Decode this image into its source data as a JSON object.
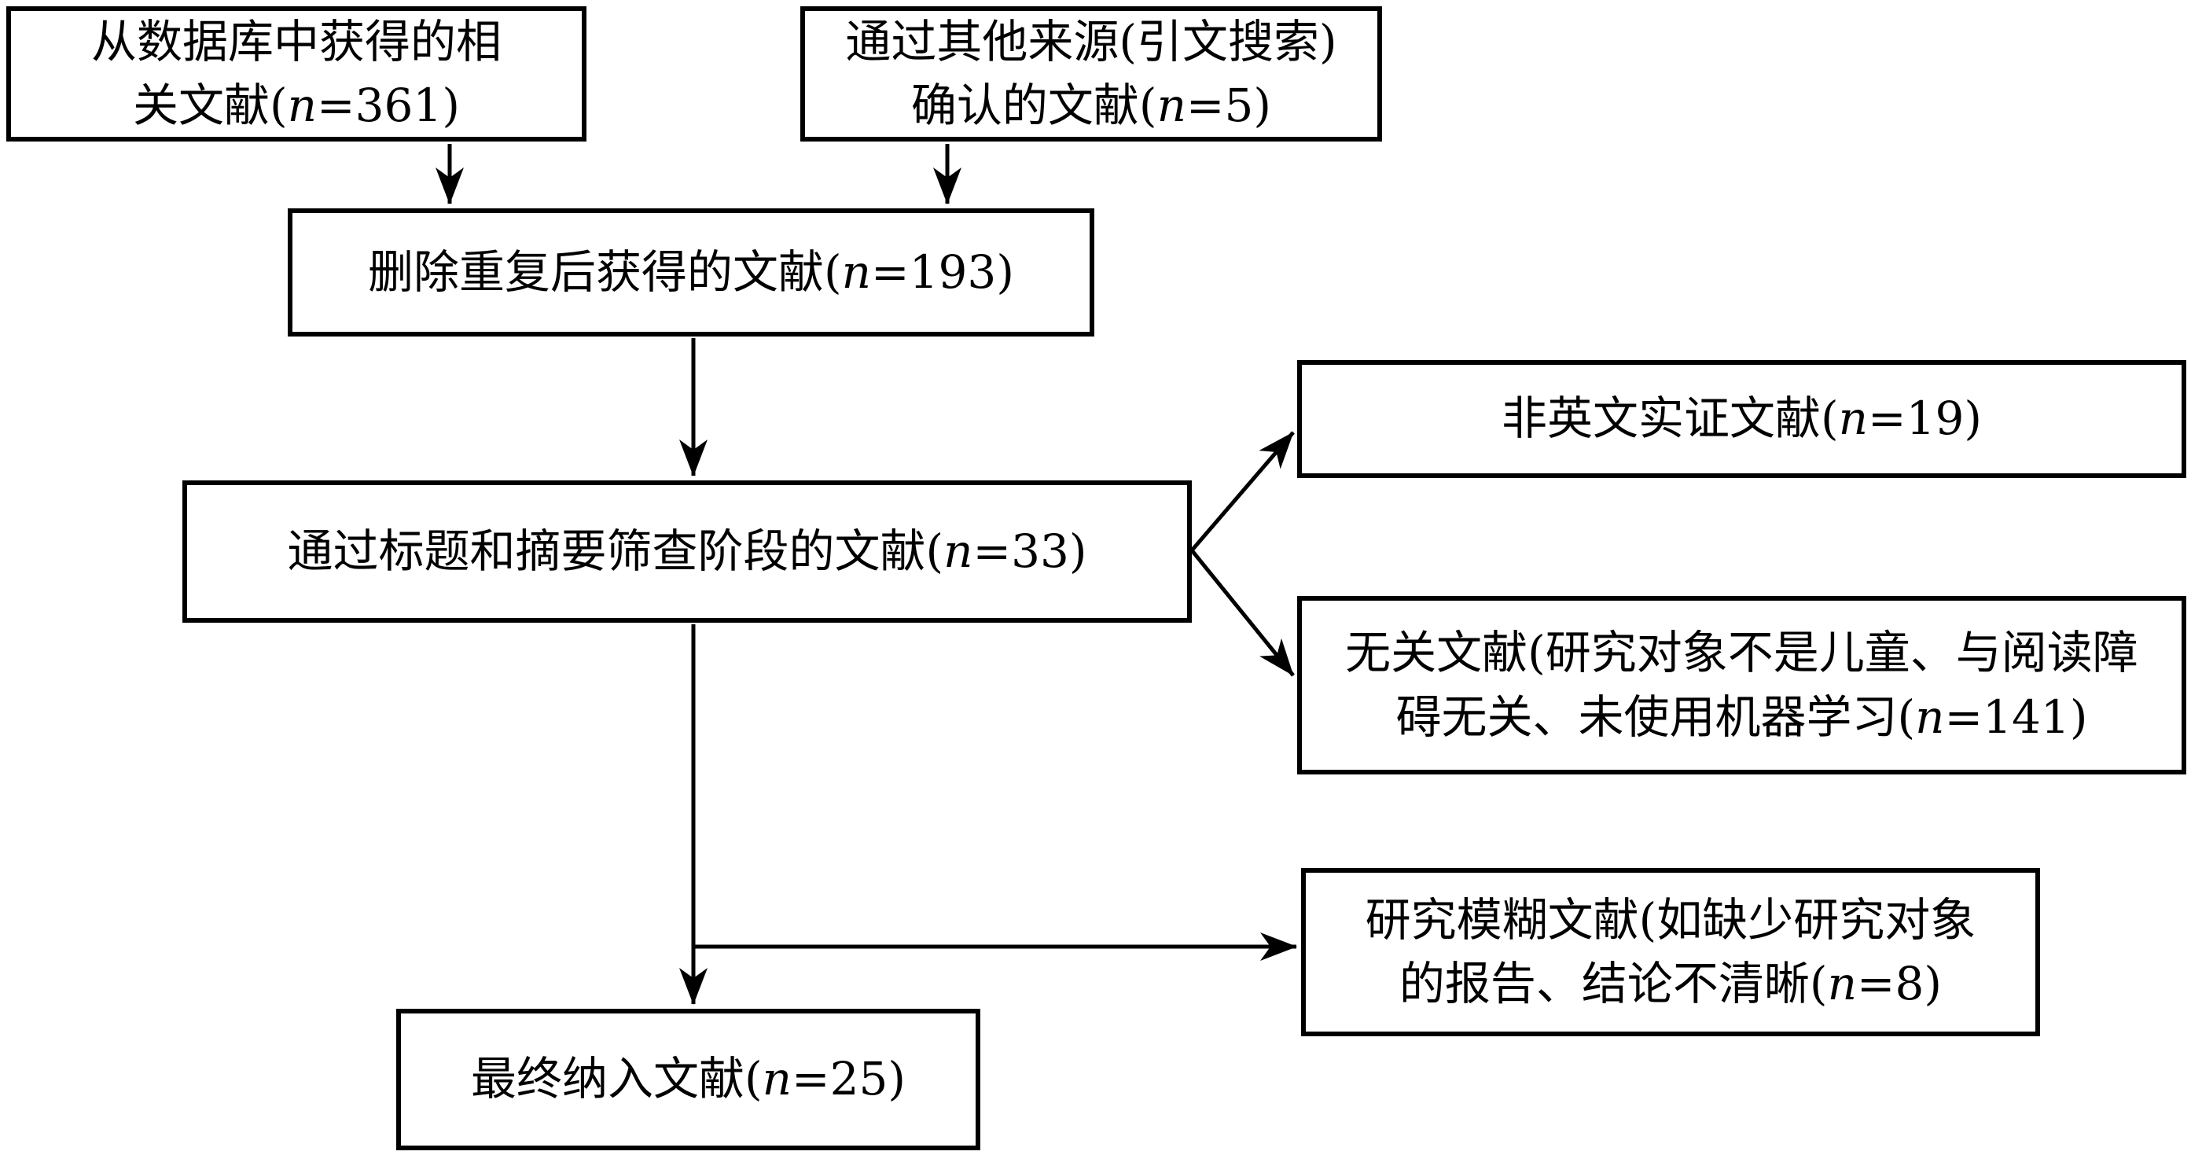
{
  "diagram": {
    "type": "flowchart",
    "background": "#ffffff",
    "stroke_color": "#000000",
    "boxes": {
      "database": {
        "line1": "从数据库中获得的相",
        "line2_pre": "关文献(",
        "n": "n",
        "line2_post": "=361)",
        "count": 361
      },
      "other_sources": {
        "line1": "通过其他来源(引文搜索)",
        "line2_pre": "确认的文献(",
        "n": "n",
        "line2_post": "=5)",
        "count": 5
      },
      "deduplicated": {
        "pre": "删除重复后获得的文献(",
        "n": "n",
        "post": "=193)",
        "count": 193
      },
      "screen": {
        "pre": "通过标题和摘要筛查阶段的文献(",
        "n": "n",
        "post": "=33)",
        "count": 33
      },
      "non_english": {
        "pre": "非英文实证文献(",
        "n": "n",
        "post": "=19)",
        "count": 19
      },
      "irrelevant": {
        "line1": "无关文献(研究对象不是儿童、与阅读障",
        "line2_pre": "碍无关、未使用机器学习(",
        "n": "n",
        "line2_post": "=141)",
        "count": 141
      },
      "ambiguous": {
        "line1": "研究模糊文献(如缺少研究对象",
        "line2_pre": "的报告、结论不清晰(",
        "n": "n",
        "line2_post": "=8)",
        "count": 8
      },
      "final_included": {
        "pre": "最终纳入文献(",
        "n": "n",
        "post": "=25)",
        "count": 25
      }
    },
    "edges": [
      {
        "from": "database",
        "to": "deduplicated"
      },
      {
        "from": "other_sources",
        "to": "deduplicated"
      },
      {
        "from": "deduplicated",
        "to": "screen"
      },
      {
        "from": "screen",
        "to": "non_english"
      },
      {
        "from": "screen",
        "to": "irrelevant"
      },
      {
        "from": "screen",
        "to": "ambiguous"
      },
      {
        "from": "screen",
        "to": "final_included"
      }
    ]
  }
}
